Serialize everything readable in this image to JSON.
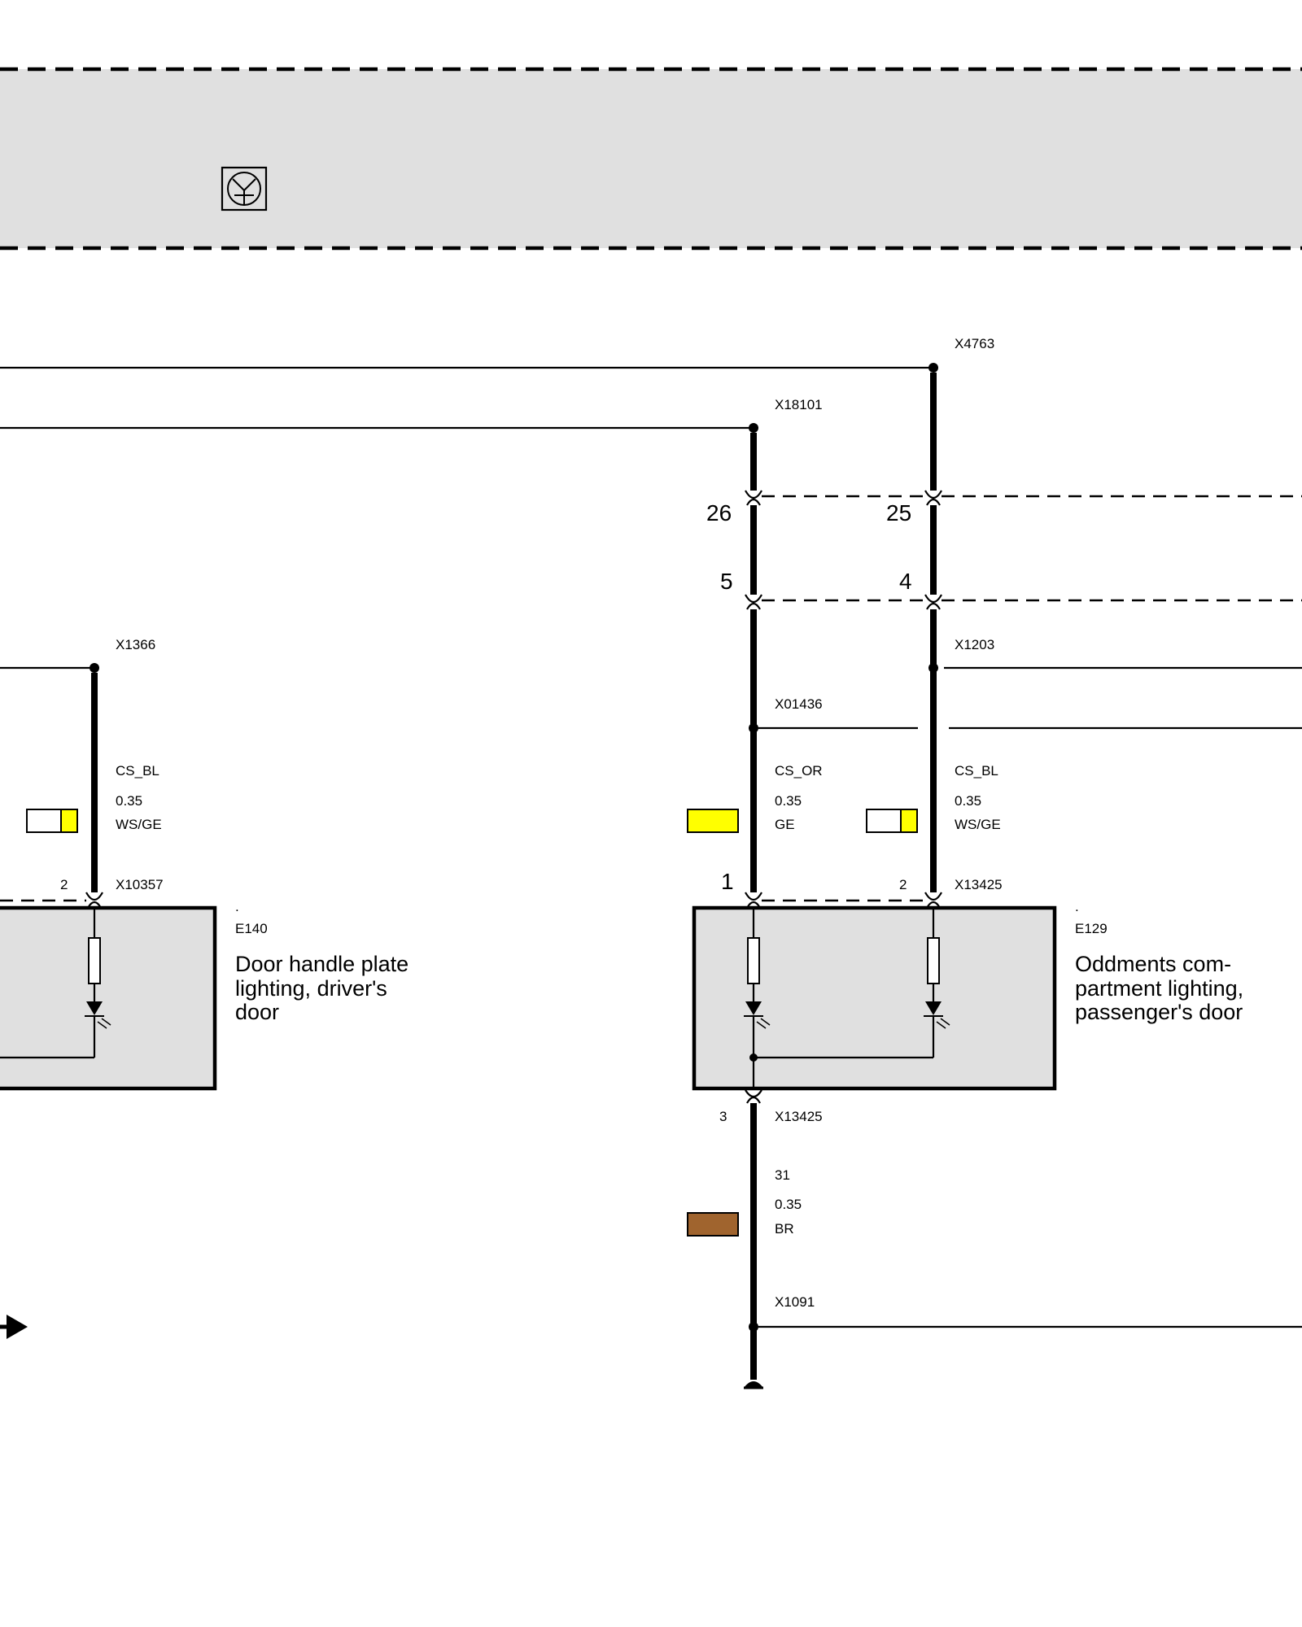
{
  "connectors": {
    "x4763": "X4763",
    "x18101": "X18101",
    "x1366": "X1366",
    "x1203": "X1203",
    "x01436": "X01436",
    "x10357": "X10357",
    "x13425_top": "X13425",
    "x13425_bottom": "X13425",
    "x1091": "X1091"
  },
  "pins": {
    "p26": "26",
    "p25": "25",
    "p5": "5",
    "p4": "4",
    "e140_p2": "2",
    "e129_p1": "1",
    "e129_p2": "2",
    "e129_p3": "3"
  },
  "wires": {
    "w1": {
      "signal": "CS_BL",
      "size": "0.35",
      "color_code": "WS/GE",
      "swatch": [
        "#ffffff",
        "#ffff00"
      ]
    },
    "w2": {
      "signal": "CS_OR",
      "size": "0.35",
      "color_code": "GE",
      "swatch": [
        "#ffff00"
      ]
    },
    "w3": {
      "signal": "CS_BL",
      "size": "0.35",
      "color_code": "WS/GE",
      "swatch": [
        "#ffffff",
        "#ffff00"
      ]
    },
    "w4": {
      "signal": "31",
      "size": "0.35",
      "color_code": "BR",
      "swatch": [
        "#a0642e"
      ]
    }
  },
  "components": {
    "e140": {
      "id": "E140",
      "dot": ".",
      "desc": [
        "Door handle plate",
        "lighting, driver's",
        "door"
      ]
    },
    "e129": {
      "id": "E129",
      "dot": ".",
      "desc": [
        "Oddments com-",
        "partment lighting,",
        "passenger's door"
      ]
    }
  },
  "icons": {
    "module_symbol": "transistor-icon",
    "arrow": "arrow-right-icon",
    "ground": "ground-icon"
  }
}
